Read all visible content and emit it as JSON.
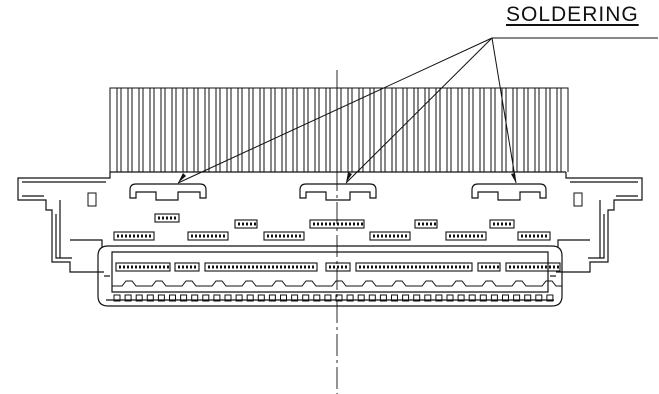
{
  "callout": {
    "label": "SOLDERING",
    "pointer_count": 3
  },
  "drawing": {
    "subject": "connector-front-view",
    "line_color": "#111111",
    "background_color": "#ffffff"
  }
}
